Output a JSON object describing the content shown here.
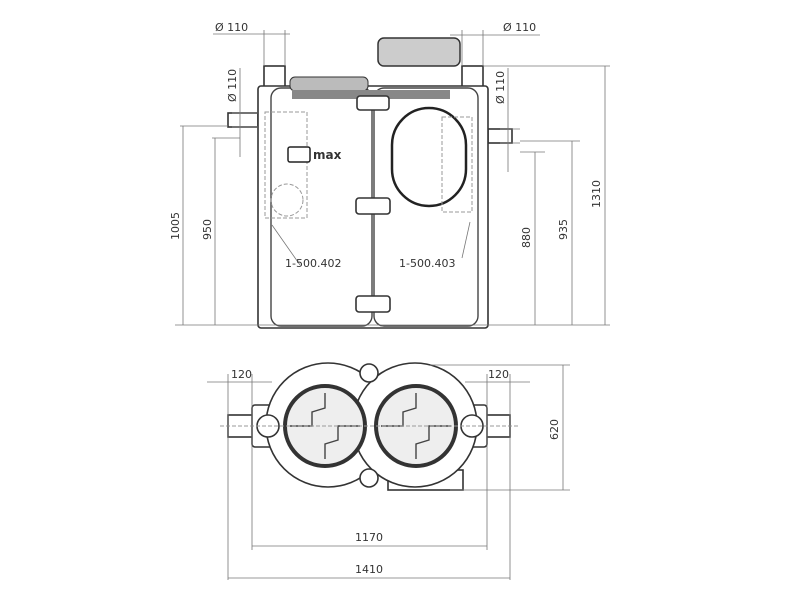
{
  "front_view": {
    "dim_top_left": "Ø 110",
    "dim_top_right": "Ø 110",
    "dim_side_left": "Ø 110",
    "dim_side_right": "Ø 110",
    "dim_1005": "1005",
    "dim_950": "950",
    "dim_880": "880",
    "dim_935": "935",
    "dim_1310": "1310",
    "label_left_tank": "1-500.402",
    "label_right_tank": "1-500.403",
    "logo_text": "max"
  },
  "top_view": {
    "dim_120_left": "120",
    "dim_120_right": "120",
    "dim_620": "620",
    "dim_1170": "1170",
    "dim_1410": "1410"
  }
}
